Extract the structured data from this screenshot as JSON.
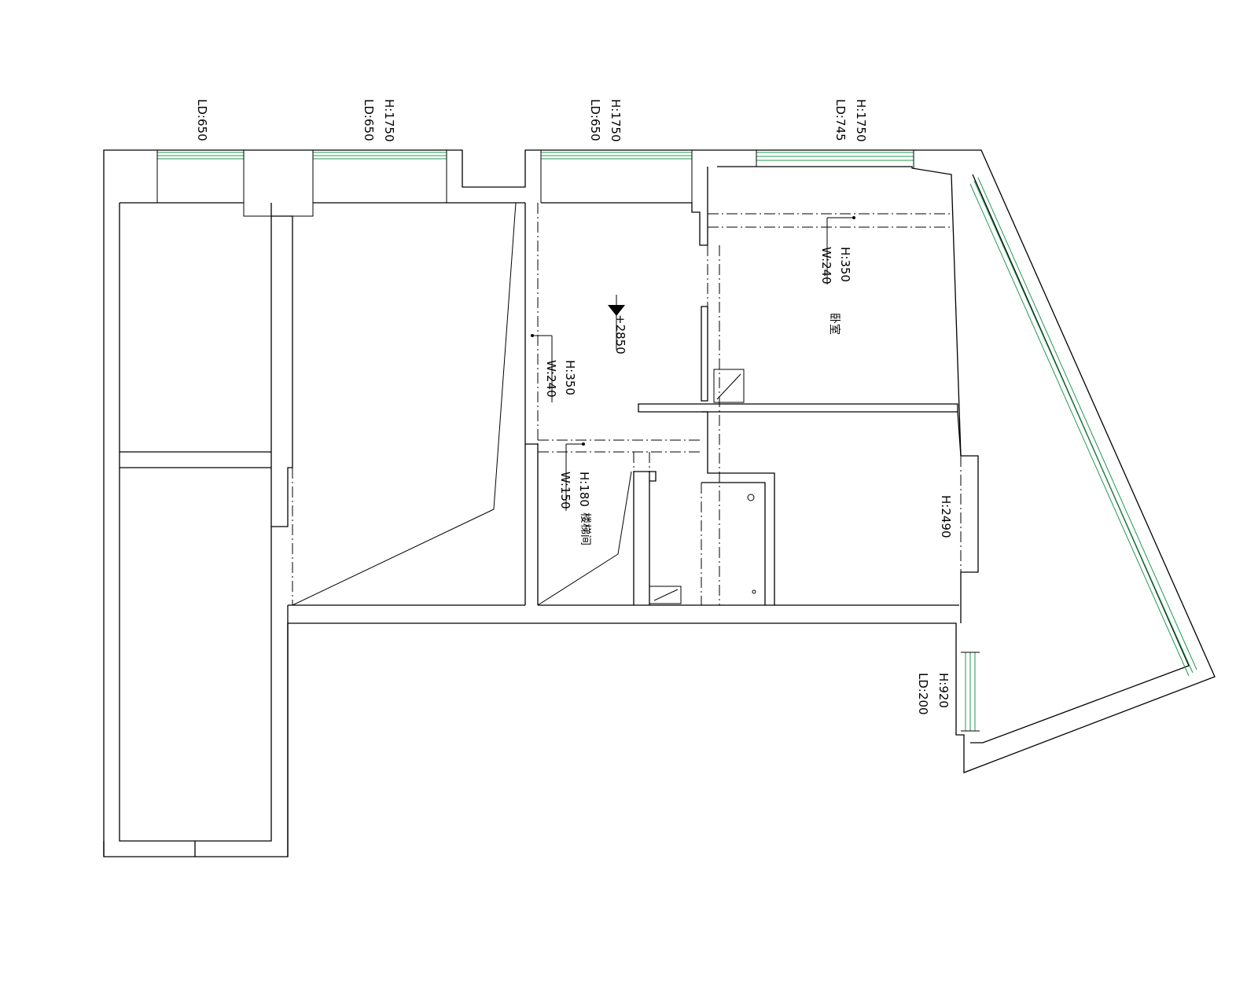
{
  "window_labels": [
    {
      "id": "w1",
      "lines": [
        "LD:650"
      ]
    },
    {
      "id": "w2",
      "lines": [
        "H:1750",
        "LD:650"
      ]
    },
    {
      "id": "w3",
      "lines": [
        "H:1750",
        "LD:650"
      ]
    },
    {
      "id": "w4",
      "lines": [
        "H:1750",
        "LD:745"
      ]
    },
    {
      "id": "w5",
      "lines": [
        "H:920",
        "LD:200"
      ]
    }
  ],
  "beam_labels": [
    {
      "id": "b1",
      "lines": [
        "H:350",
        "W:240"
      ]
    },
    {
      "id": "b2",
      "lines": [
        "H:350",
        "W:240"
      ]
    },
    {
      "id": "b3",
      "lines": [
        "H:180",
        "W:150"
      ]
    }
  ],
  "height_label": "H:2490",
  "elevation_label": "+2850",
  "room_labels": {
    "bedroom": "卧室",
    "stairwell": "楼梯间"
  },
  "colors": {
    "wall": "#000000",
    "glazing": "#1f9a50",
    "background": "#ffffff"
  }
}
